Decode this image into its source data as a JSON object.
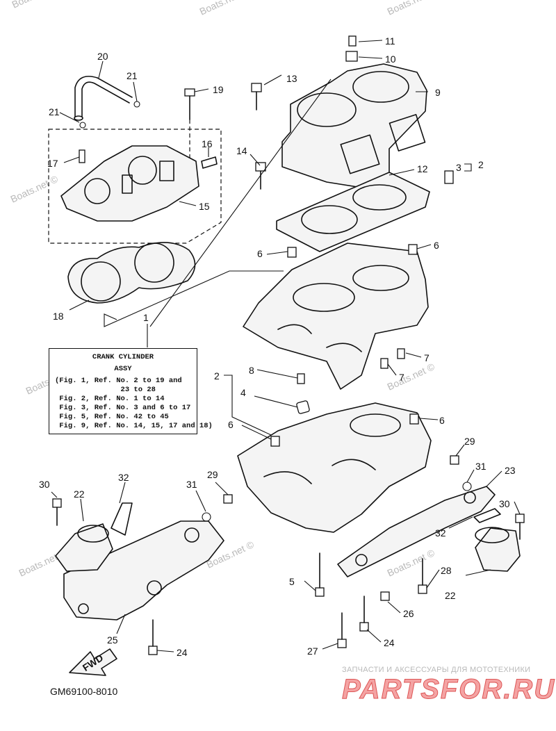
{
  "callouts": {
    "c1": "1",
    "c2a": "2",
    "c2b": "2",
    "c3": "3",
    "c4": "4",
    "c5": "5",
    "c6a": "6",
    "c6b": "6",
    "c6c": "6",
    "c6d": "6",
    "c7a": "7",
    "c7b": "7",
    "c8": "8",
    "c9": "9",
    "c10": "10",
    "c11": "11",
    "c12": "12",
    "c13": "13",
    "c14": "14",
    "c15": "15",
    "c16": "16",
    "c17": "17",
    "c18": "18",
    "c19": "19",
    "c20": "20",
    "c21a": "21",
    "c21b": "21",
    "c22a": "22",
    "c22b": "22",
    "c23": "23",
    "c24a": "24",
    "c24b": "24",
    "c25": "25",
    "c26": "26",
    "c27": "27",
    "c28": "28",
    "c29a": "29",
    "c29b": "29",
    "c30a": "30",
    "c30b": "30",
    "c31a": "31",
    "c31b": "31",
    "c32a": "32",
    "c32b": "32"
  },
  "info_box": {
    "title": "CRANK CYLINDER",
    "subtitle": "ASSY",
    "lines": [
      "(Fig. 1, Ref. No. 2 to 19 and",
      "               23 to 28",
      " Fig. 2, Ref. No. 1 to 14",
      " Fig. 3, Ref. No. 3 and 6 to 17",
      " Fig. 5, Ref. No. 42 to 45",
      " Fig. 9, Ref. No. 14, 15, 17 and 18)"
    ]
  },
  "fwd_label": "FWD",
  "diagram_code": "GM69100-8010",
  "watermark": "Boats.net ©",
  "footer": {
    "tagline": "ЗАПЧАСТИ И АКСЕССУАРЫ ДЛЯ МОТОТЕХНИКИ",
    "logo": "PARTSFOR.RU"
  }
}
